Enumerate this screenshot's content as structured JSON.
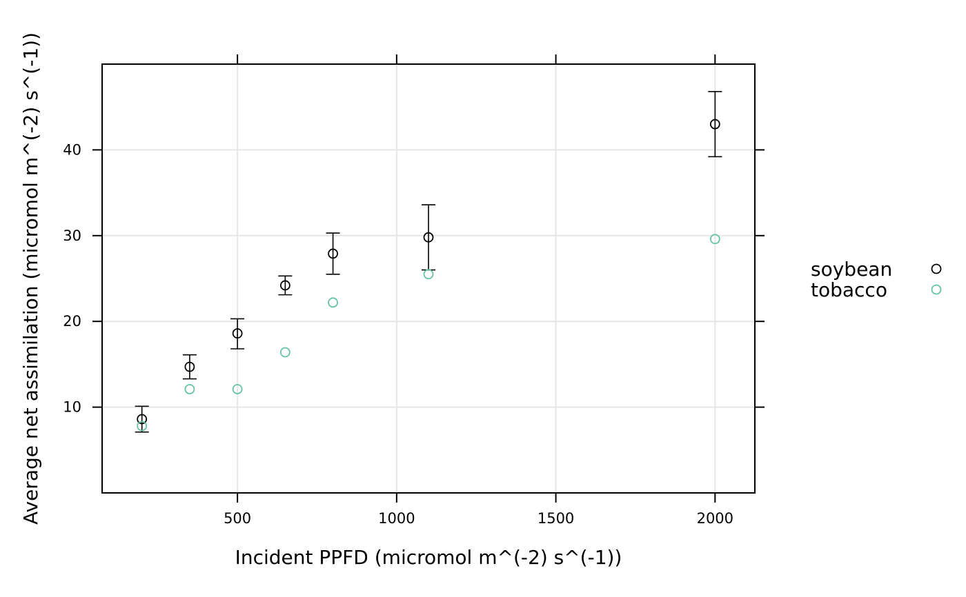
{
  "chart_data": {
    "type": "scatter",
    "title": "",
    "xlabel": "Incident PPFD (micromol m^(-2) s^(-1))",
    "ylabel": "Average net assimilation (micromol m^(-2) s^(-1))",
    "xlim": [
      75,
      2125
    ],
    "ylim": [
      0,
      50
    ],
    "x_ticks": [
      500,
      1000,
      1500,
      2000
    ],
    "y_ticks": [
      10,
      20,
      30,
      40
    ],
    "grid": true,
    "legend_position": "right",
    "series": [
      {
        "name": "soybean",
        "color": "#000000",
        "x": [
          200,
          350,
          500,
          650,
          800,
          1100,
          2000
        ],
        "y": [
          8.6,
          14.7,
          18.6,
          24.2,
          27.9,
          29.8,
          43.0
        ],
        "y_lower": [
          7.1,
          13.3,
          16.8,
          23.1,
          25.5,
          26.0,
          39.2
        ],
        "y_upper": [
          10.1,
          16.1,
          20.3,
          25.3,
          30.3,
          33.6,
          46.8
        ]
      },
      {
        "name": "tobacco",
        "color": "#66c2a5",
        "x": [
          200,
          350,
          500,
          650,
          800,
          1100,
          2000
        ],
        "y": [
          7.8,
          12.1,
          12.1,
          16.4,
          22.2,
          25.5,
          29.6
        ]
      }
    ]
  }
}
